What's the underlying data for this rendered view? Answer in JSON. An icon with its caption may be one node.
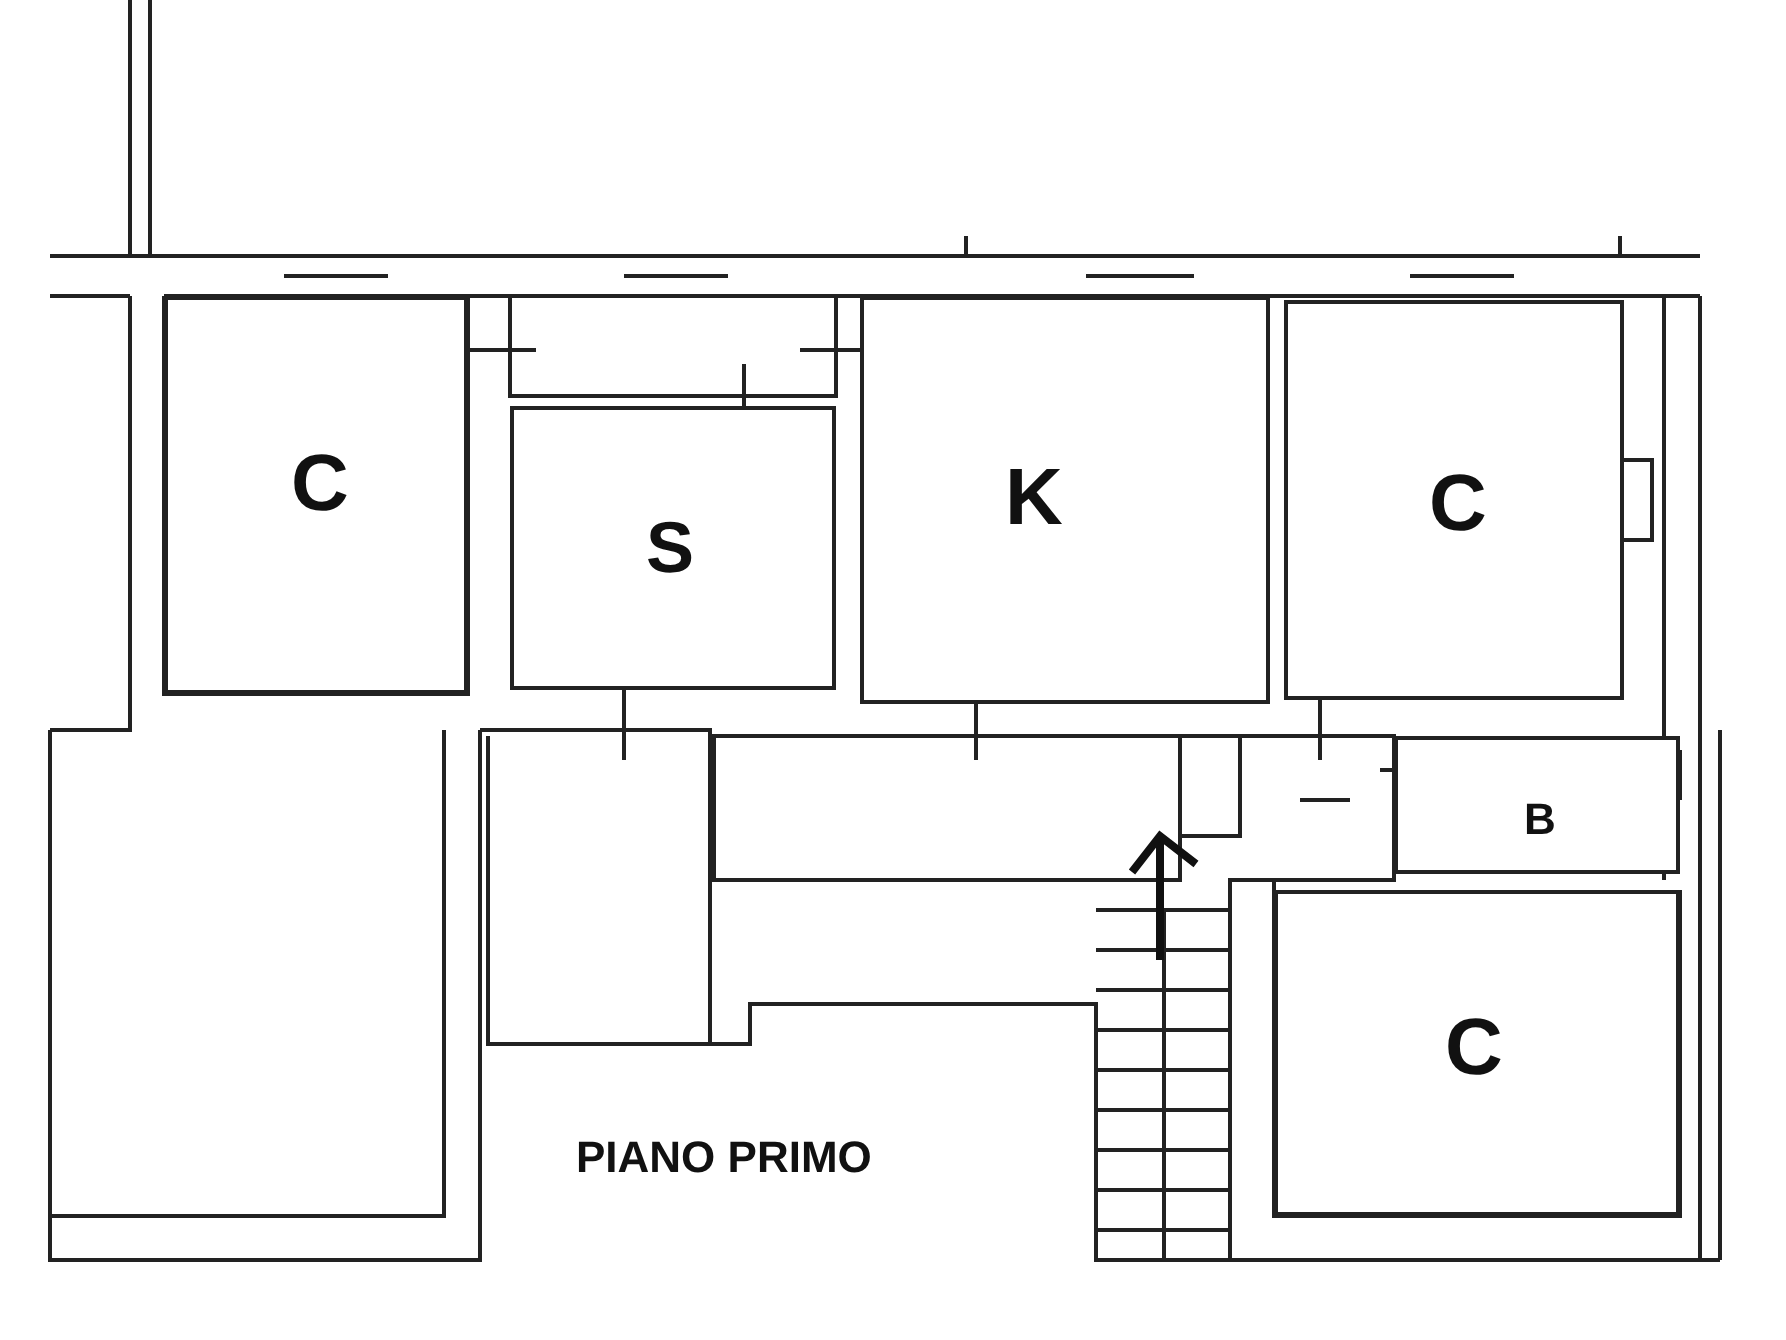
{
  "diagram": {
    "title": "PIANO PRIMO",
    "nodes": [
      {
        "text": [
          "C"
        ]
      },
      {
        "text": [
          "S"
        ]
      },
      {
        "text": [
          "K"
        ]
      },
      {
        "text": [
          "C"
        ]
      },
      {
        "text": [
          "B"
        ]
      },
      {
        "text": [
          "C"
        ]
      }
    ]
  }
}
